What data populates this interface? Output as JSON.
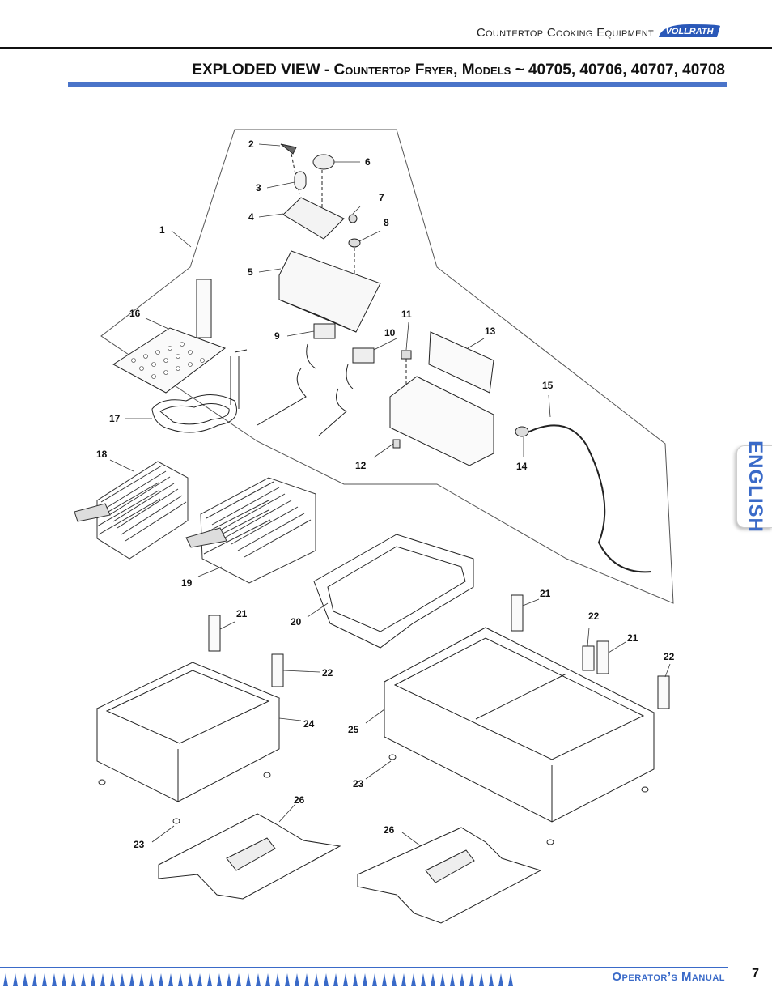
{
  "header": {
    "section_title": "Countertop Cooking Equipment",
    "brand": "VOLLRATH"
  },
  "heading": {
    "prefix": "EXPLODED VIEW - ",
    "smallcaps": "Countertop Fryer, Models",
    "suffix": " ~ 40705, 40706, 40707, 40708"
  },
  "side_tab": {
    "label": "ENGLISH"
  },
  "callouts": [
    "1",
    "2",
    "3",
    "4",
    "5",
    "6",
    "7",
    "8",
    "9",
    "10",
    "11",
    "12",
    "13",
    "14",
    "15",
    "16",
    "17",
    "18",
    "19",
    "20",
    "21",
    "21",
    "21",
    "22",
    "22",
    "22",
    "23",
    "23",
    "24",
    "25",
    "26",
    "26"
  ],
  "footer": {
    "manual_label": "Operator’s Manual",
    "page_number": "7"
  },
  "colors": {
    "accent_blue": "#3a6ac8",
    "rule_blue": "#4a74c9"
  }
}
